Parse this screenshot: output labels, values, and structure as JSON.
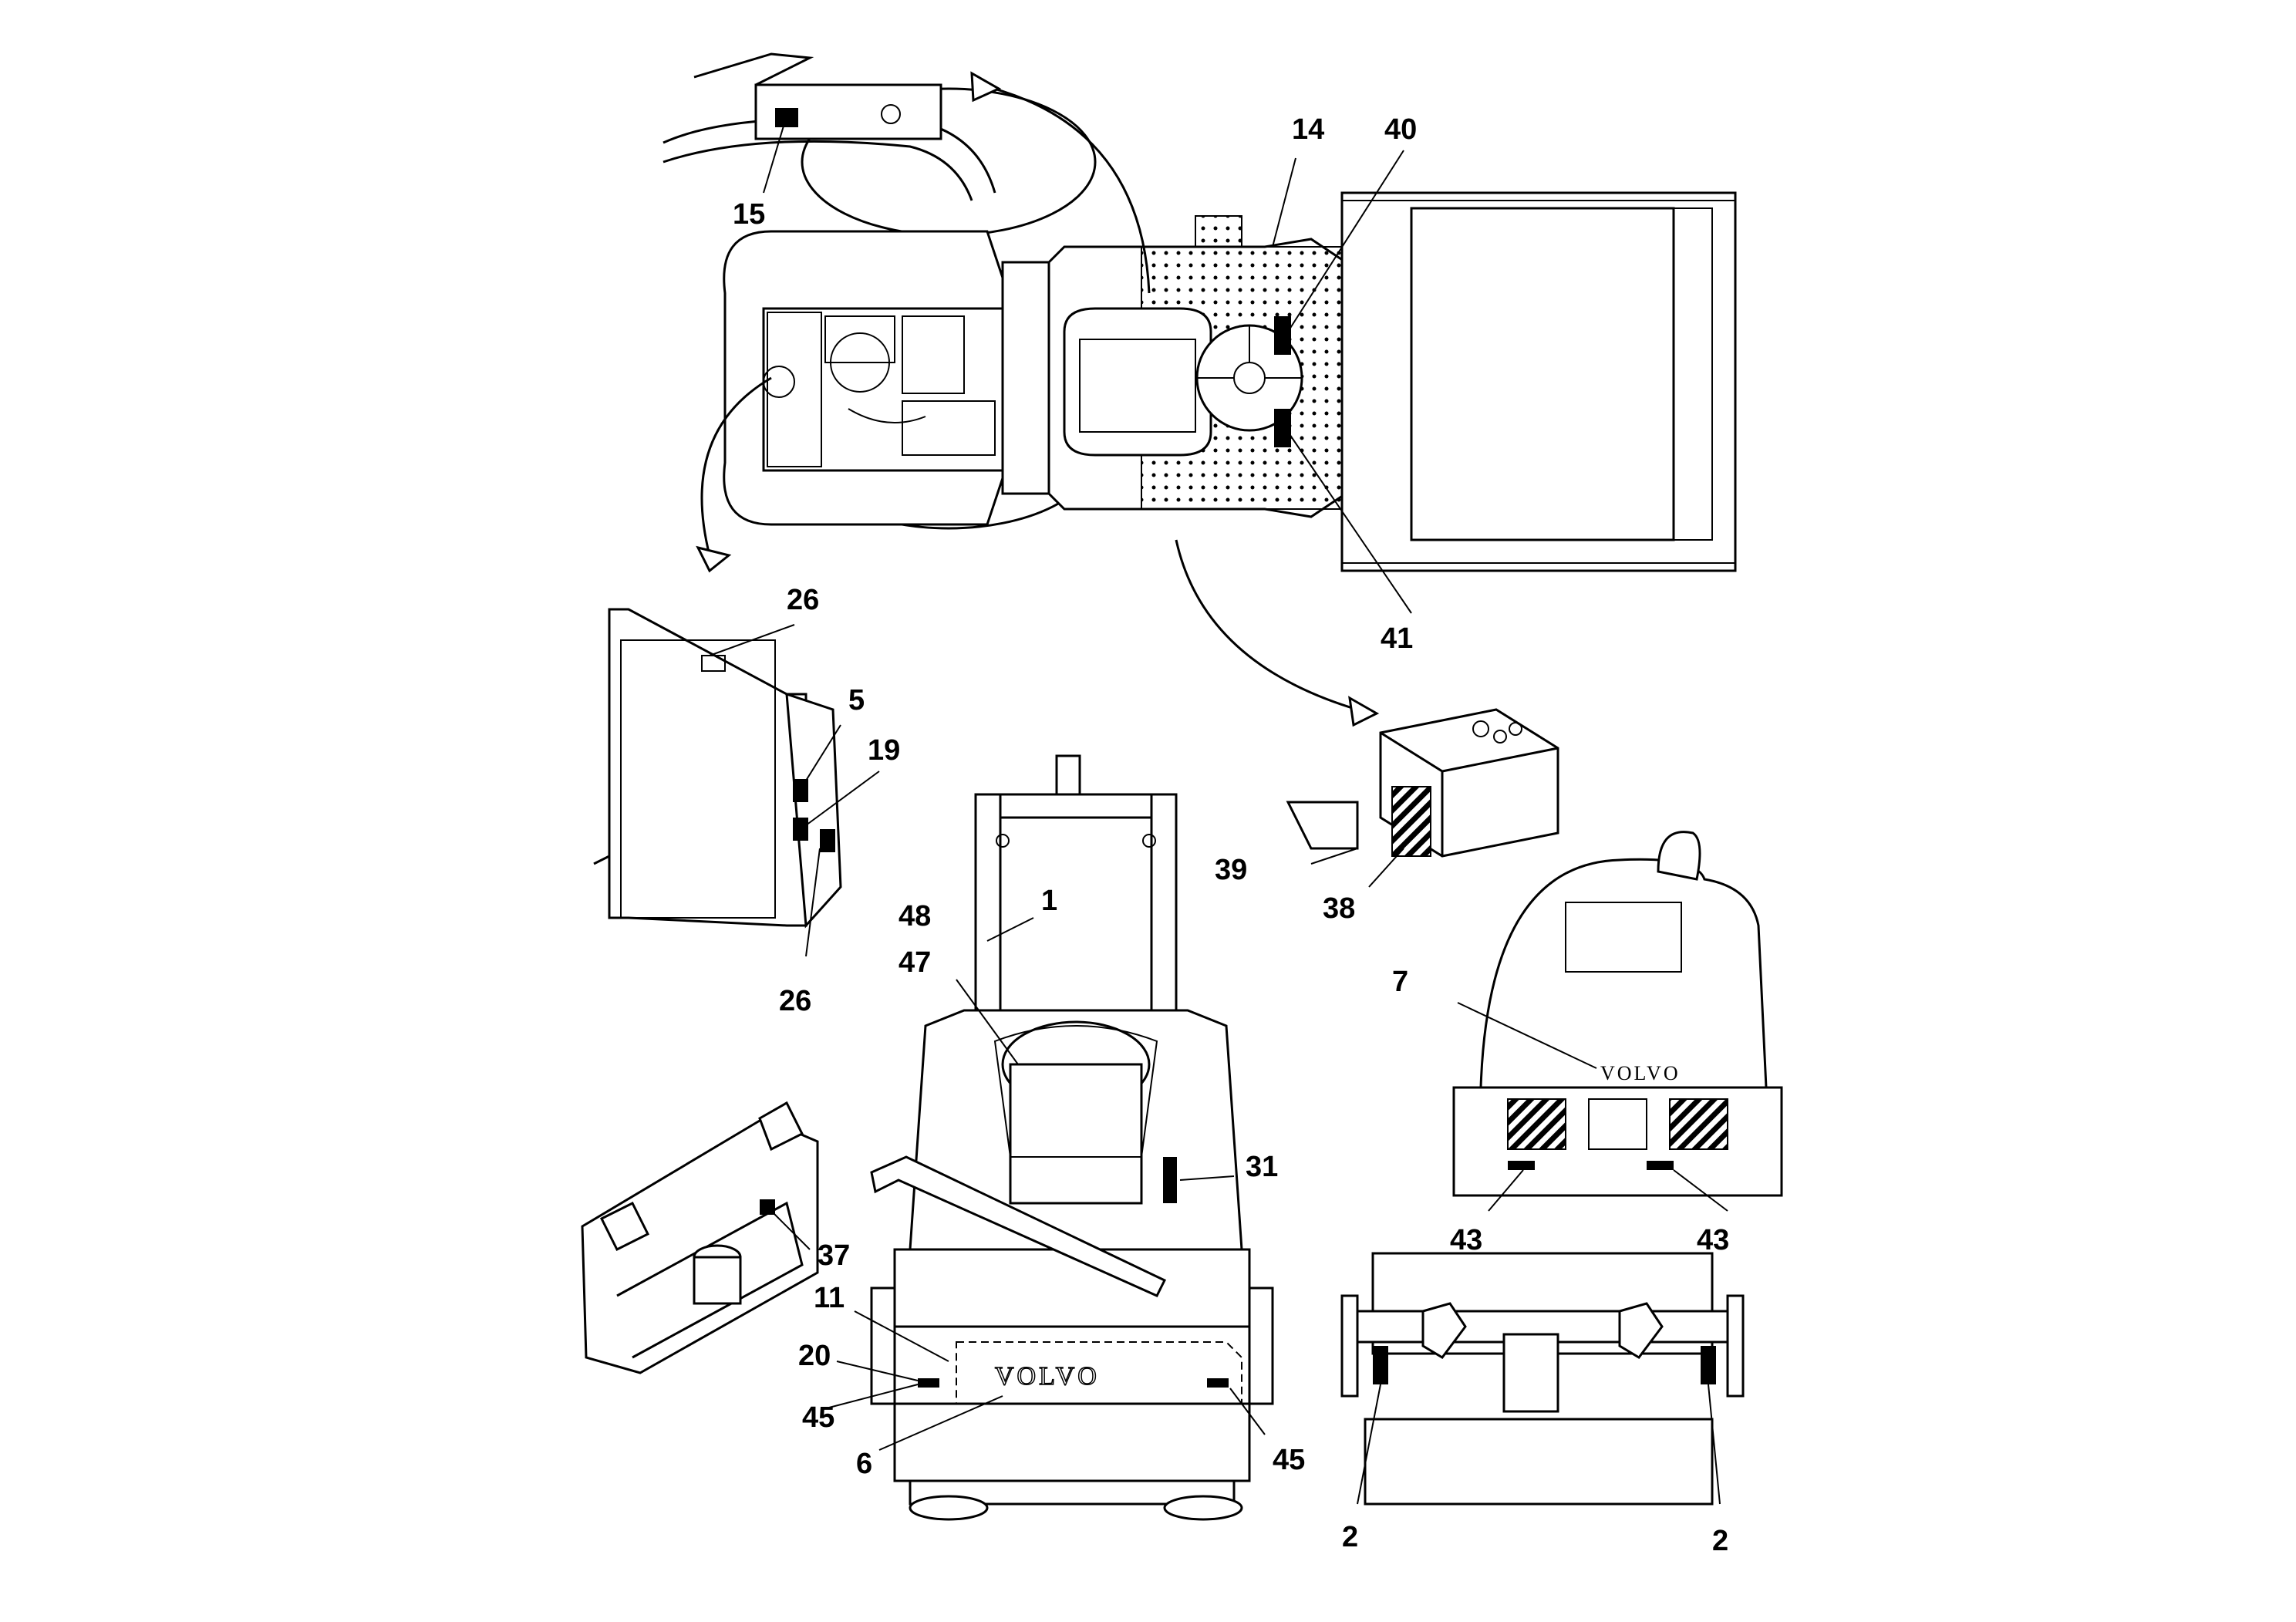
{
  "diagram": {
    "brand_text": "VOLVO",
    "callouts": {
      "c15": "15",
      "c14": "14",
      "c40": "40",
      "c41": "41",
      "c26a": "26",
      "c5": "5",
      "c19": "19",
      "c26b": "26",
      "c39": "39",
      "c38": "38",
      "c1": "1",
      "c48": "48",
      "c47": "47",
      "c7": "7",
      "c31": "31",
      "c37": "37",
      "c43a": "43",
      "c43b": "43",
      "c11": "11",
      "c20": "20",
      "c45a": "45",
      "c6": "6",
      "c45b": "45",
      "c2a": "2",
      "c2b": "2"
    }
  }
}
